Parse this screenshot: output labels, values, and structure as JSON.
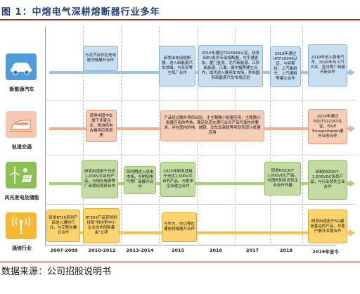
{
  "title": "图 1：中熔电气深耕熔断器行业多年",
  "source": "数据来源：公司招股说明书",
  "rows": [
    {
      "label": "新能源汽车"
    },
    {
      "label": "轨道交通"
    },
    {
      "label": "风光发电及储能"
    },
    {
      "label": "通信行业"
    }
  ],
  "years": [
    "2007-2009",
    "2010-2012",
    "2013-2014",
    "2015",
    "2016",
    "2017",
    "2018",
    "2019年至今"
  ],
  "boxes": [
    {
      "text": "与北汽合作在充电桩领域展开合作"
    },
    {
      "text": "研发出车用熔断器，进入新能源汽车领域，与长安等主机厂合作"
    },
    {
      "text": "2016年通过TS16949认证，研发出EV系列专用熔断器，与宇通客车、厦门金龙、北汽新能源、江铃新能源、江淮、德尔福等建立合作，成功进入乘用车市场，并向国际新能源汽车市场迈进"
    },
    {
      "text": "2018年通过IATF16949认证，与特斯拉、上汽乘用车、上汽通用等建立合作"
    },
    {
      "text": "2019年进入蔚来汽车、2020年与上汽大众、宝马等厂商展开新合作"
    },
    {
      "text": "获得中国中车旗下多家企业、株洲机电合格供应商资质"
    },
    {
      "text": "产品经过路外项目试验、主主路路小批量应用，主路路小批量应用的考核，满足轨道交通行业对产品可靠性的要求，并在国内的地、城铁、动车及高铁等项目实现小批量应用"
    },
    {
      "text": "2019年通过ISO/TS22163认证，与GE Transportation展开业务合作"
    },
    {
      "text": "研发出适用于光伏1,000V平台的产品，与阳光电源等厂商保持良好合作"
    },
    {
      "text": "同时期进入风电市场，与明阳电气等厂商展开合作"
    },
    {
      "text": "2015年研发适用于光伏1,500V平台的产品，与更多企业建立合作"
    },
    {
      "text": "研发RSZ307 1,000VDC产品，与国外知名光伏企业合作开展"
    },
    {
      "text": "研制RSZ307-1,500VDC系列产品，与行业领先企业合作"
    },
    {
      "text": "研发RT16系列产品进入通信行业，与艾默生建立合作"
    },
    {
      "text": "RT303产品获得科技部\"科技型中小企业技术创新基金\"立项"
    },
    {
      "text": "与华为、中兴等在通信领域展开合作"
    },
    {
      "text": "研发出适用于5G通信基站的产品，与客户展开深度合作"
    }
  ]
}
